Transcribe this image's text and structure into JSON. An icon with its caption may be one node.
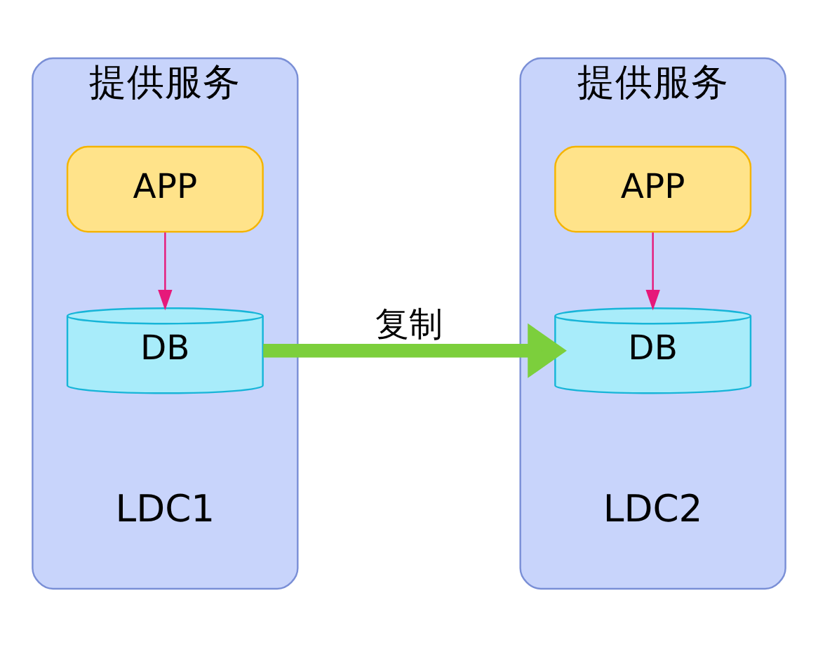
{
  "diagram": {
    "nodes": [
      {
        "text": [
          "提供服务"
        ],
        "beside": [
          "LDC1"
        ]
      },
      {
        "text": [
          "APP"
        ],
        "in": 0
      },
      {
        "text": [
          "DB"
        ],
        "in": 0
      },
      {
        "text": [
          "提供服务"
        ],
        "beside": [
          "LDC2"
        ]
      },
      {
        "text": [
          "APP"
        ],
        "in": 3
      },
      {
        "text": [
          "DB"
        ],
        "in": 3
      }
    ],
    "edges": [
      {
        "from": 1,
        "to": 2,
        "arrow": "to"
      },
      {
        "from": 4,
        "to": 5,
        "arrow": "to"
      },
      {
        "from": 2,
        "to": 5,
        "arrow": "to",
        "label": "复制",
        "style": "thick",
        "color": "#7ccf3c"
      }
    ]
  }
}
